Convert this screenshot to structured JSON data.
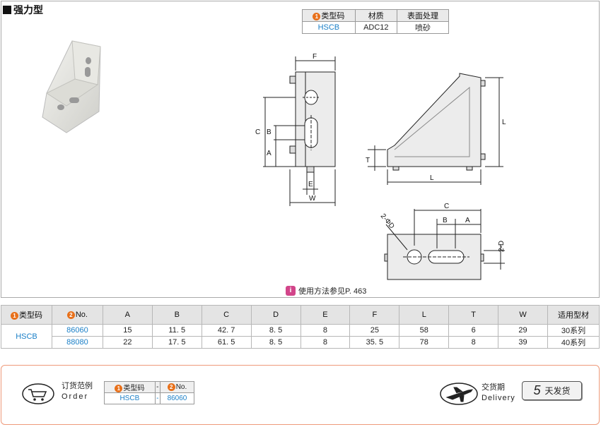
{
  "page": {
    "title": "强力型"
  },
  "material_table": {
    "headers": [
      "类型码",
      "材质",
      "表面处理"
    ],
    "header_num": "1",
    "row": [
      "HSCB",
      "ADC12",
      "喷砂"
    ]
  },
  "dims": {
    "front": {
      "F": "F",
      "C": "C",
      "B": "B",
      "A": "A",
      "E": "E",
      "W": "W"
    },
    "side": {
      "L_v": "L",
      "L_h": "L",
      "T": "T"
    },
    "bottom": {
      "C": "C",
      "B": "B",
      "A": "A",
      "D2": "2-D",
      "phiD": "2-ΦD"
    }
  },
  "usage": {
    "icon": "info-icon",
    "text": "使用方法参见P. 463"
  },
  "spec_table": {
    "col1_num": "1",
    "col1": "类型码",
    "col2_num": "2",
    "col2": "No.",
    "headers": [
      "A",
      "B",
      "C",
      "D",
      "E",
      "F",
      "L",
      "T",
      "W",
      "适用型材"
    ],
    "type_code": "HSCB",
    "rows": [
      {
        "no": "86060",
        "A": "15",
        "B": "11. 5",
        "C": "42. 7",
        "D": "8. 5",
        "E": "8",
        "F": "25",
        "L": "58",
        "T": "6",
        "W": "29",
        "fit": "30系列"
      },
      {
        "no": "88080",
        "A": "22",
        "B": "17. 5",
        "C": "61. 5",
        "D": "8. 5",
        "E": "8",
        "F": "35. 5",
        "L": "78",
        "T": "8",
        "W": "39",
        "fit": "40系列"
      }
    ]
  },
  "order": {
    "icon": "cart-icon",
    "label": "订货范例",
    "label_en": "Order",
    "h1_num": "1",
    "h1": "类型码",
    "sep": "-",
    "h2_num": "2",
    "h2": "No.",
    "v1": "HSCB",
    "v2": "86060"
  },
  "delivery": {
    "icon": "airplane-icon",
    "label": "交货期",
    "label_en": "Delivery",
    "days": "5",
    "unit": "天发货"
  },
  "colors": {
    "accent_blue": "#1a7fc7",
    "orange": "#e8701a",
    "border_orange": "#ee9a7a",
    "pink": "#d2458a"
  }
}
